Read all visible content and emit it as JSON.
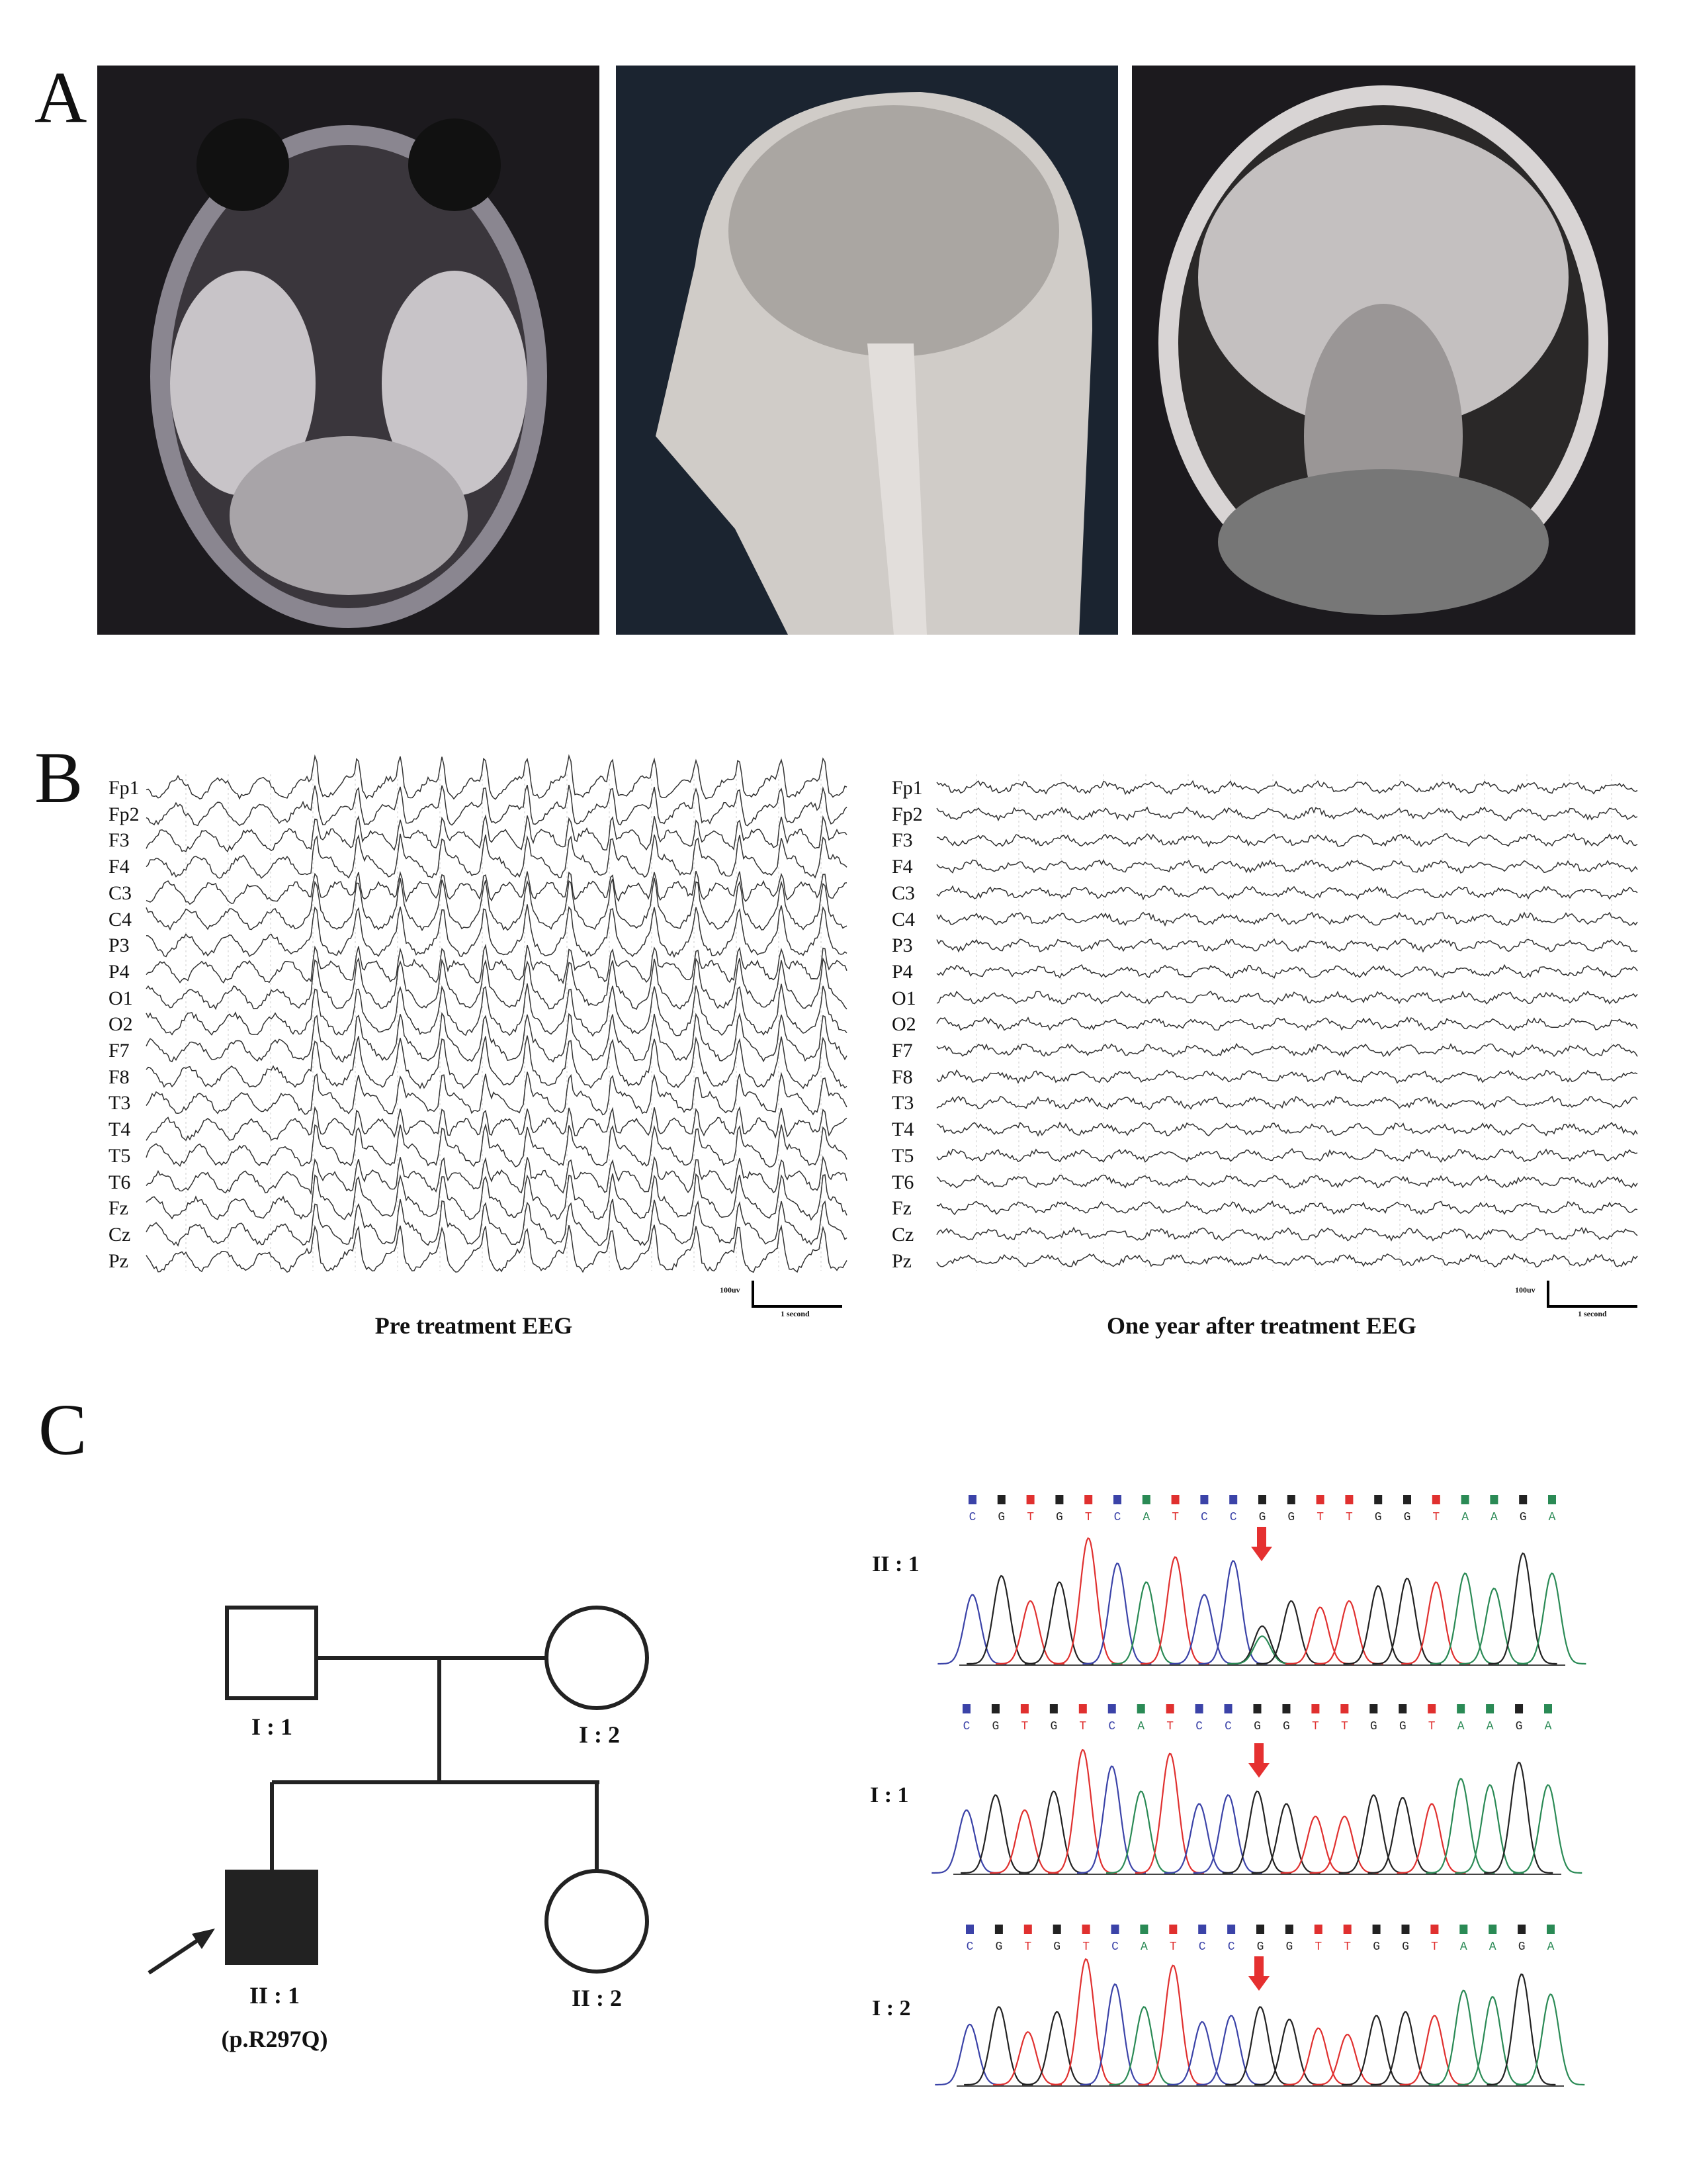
{
  "panels": {
    "a": "A",
    "b": "B",
    "c": "C"
  },
  "eeg": {
    "channels": [
      "Fp1",
      "Fp2",
      "F3",
      "F4",
      "C3",
      "C4",
      "P3",
      "P4",
      "O1",
      "O2",
      "F7",
      "F8",
      "T3",
      "T4",
      "T5",
      "T6",
      "Fz",
      "Cz",
      "Pz"
    ],
    "left_title": "Pre treatment EEG",
    "right_title": "One year after treatment EEG",
    "scale_amp": "100uv",
    "scale_time": "1 second"
  },
  "pedigree": {
    "i1": "I : 1",
    "i2": "I : 2",
    "ii1": "II : 1",
    "ii2": "II : 2",
    "variant": "(p.R297Q)"
  },
  "sequencing": {
    "sequence": [
      "C",
      "G",
      "T",
      "G",
      "T",
      "C",
      "A",
      "T",
      "C",
      "C",
      "G",
      "G",
      "T",
      "T",
      "G",
      "G",
      "T",
      "A",
      "A",
      "G",
      "A"
    ],
    "colors": {
      "A": "#2a8a55",
      "C": "#3b43a8",
      "G": "#222222",
      "T": "#e0302f",
      "arrow": "#e53030"
    },
    "tracks": [
      {
        "label": "II : 1",
        "peaks": [
          0.55,
          0.7,
          0.5,
          0.65,
          1.0,
          0.8,
          0.65,
          0.85,
          0.55,
          0.82,
          0.3,
          0.5,
          0.45,
          0.5,
          0.62,
          0.68,
          0.65,
          0.72,
          0.6,
          0.88,
          0.72
        ]
      },
      {
        "label": "I : 1",
        "peaks": [
          0.5,
          0.62,
          0.5,
          0.65,
          0.98,
          0.85,
          0.65,
          0.95,
          0.55,
          0.62,
          0.65,
          0.55,
          0.45,
          0.45,
          0.62,
          0.6,
          0.55,
          0.75,
          0.7,
          0.88,
          0.7
        ]
      },
      {
        "label": "I : 2",
        "peaks": [
          0.48,
          0.62,
          0.42,
          0.58,
          1.0,
          0.8,
          0.62,
          0.95,
          0.5,
          0.55,
          0.62,
          0.52,
          0.45,
          0.4,
          0.55,
          0.58,
          0.55,
          0.75,
          0.7,
          0.88,
          0.72
        ]
      }
    ]
  }
}
